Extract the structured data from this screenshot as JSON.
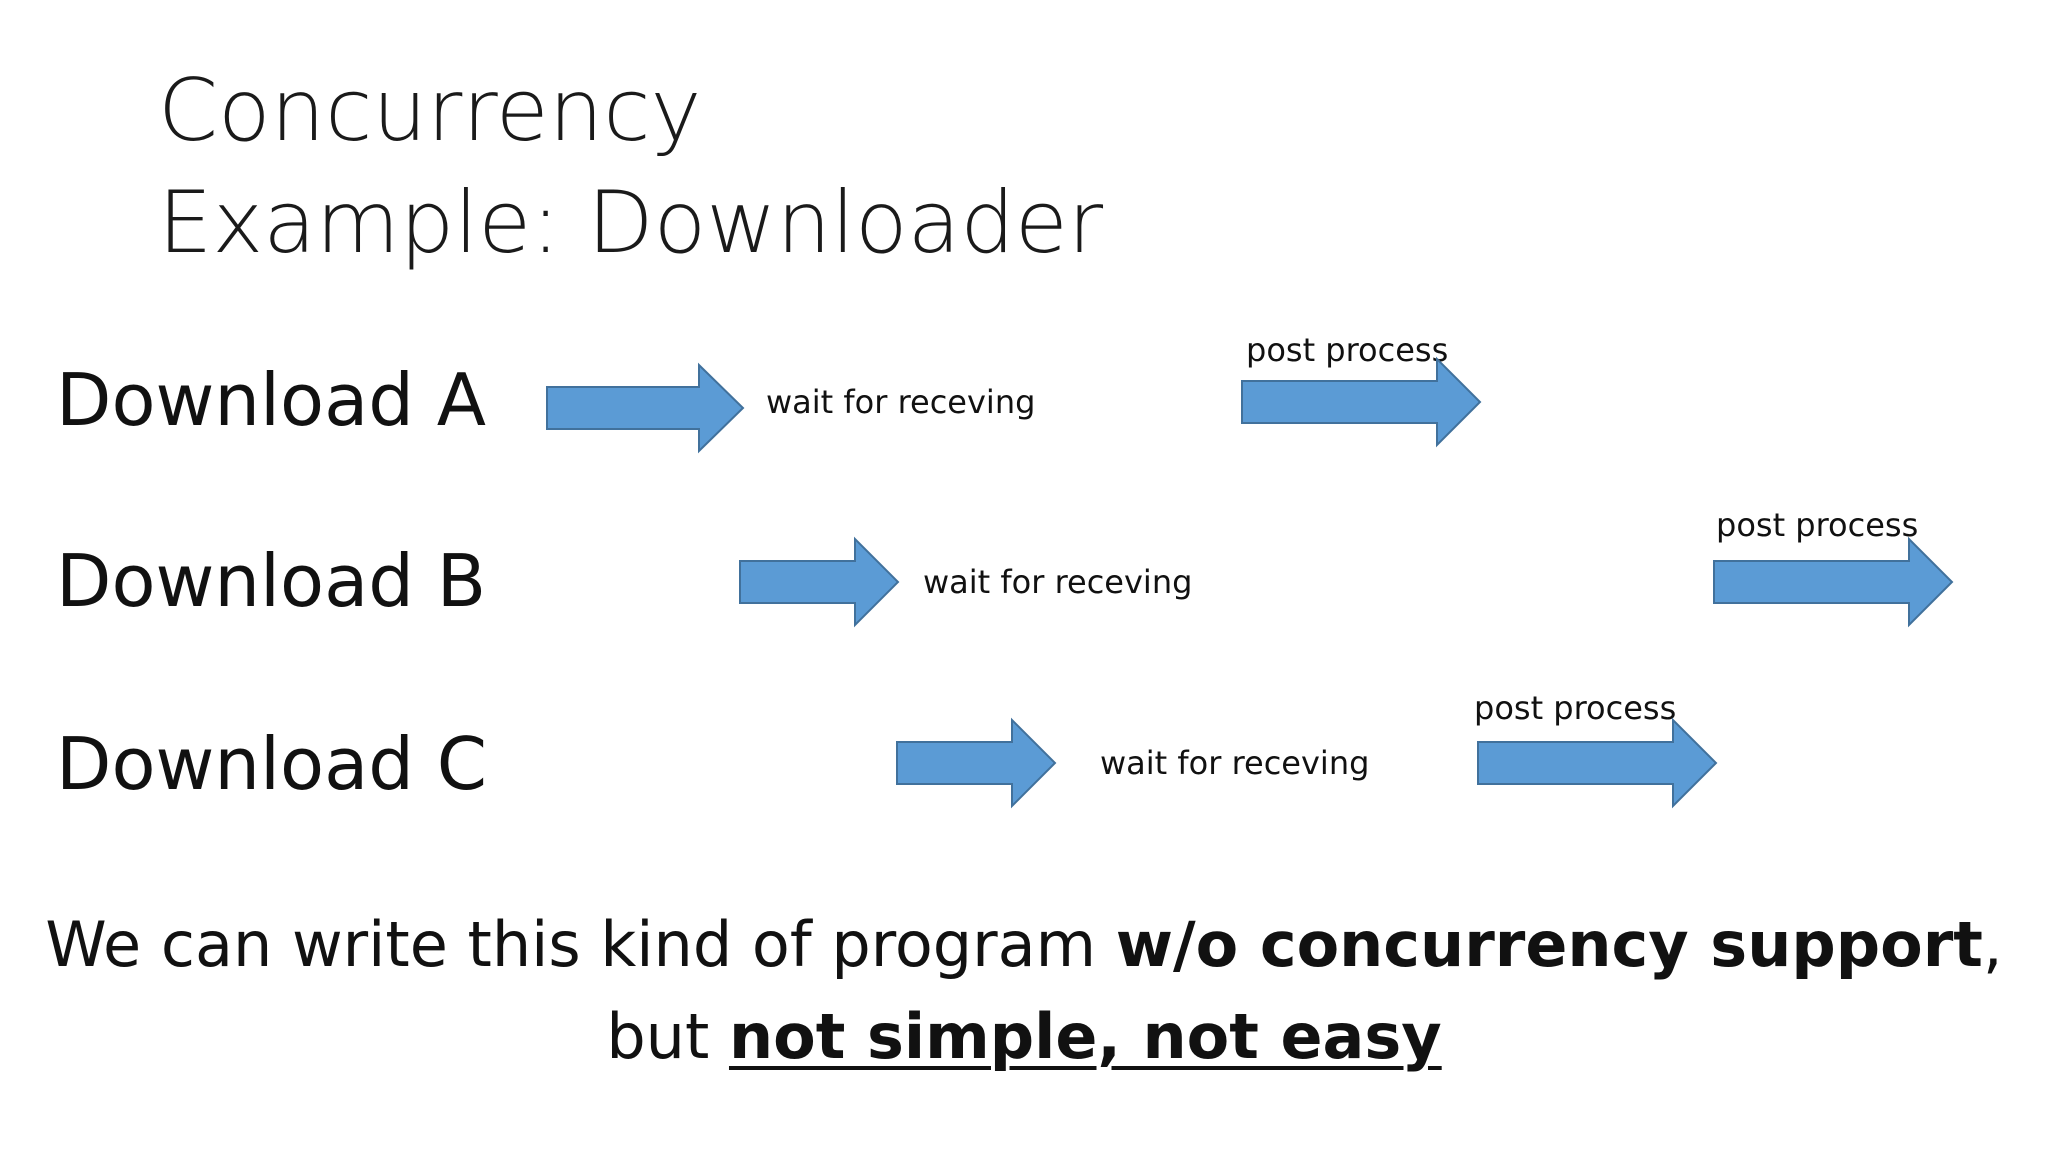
{
  "slide": {
    "title_line1": "Concurrency",
    "title_line2": "Example: Downloader",
    "rows": [
      {
        "label": "Download A",
        "wait": "wait for receving",
        "post": "post process"
      },
      {
        "label": "Download B",
        "wait": "wait for receving",
        "post": "post process"
      },
      {
        "label": "Download C",
        "wait": "wait for receving",
        "post": "post process"
      }
    ],
    "footer": {
      "line1_plain": "We can write this kind of program ",
      "line1_bold": "w/o concurrency support",
      "line1_end": ",",
      "line2_plain": "but ",
      "line2_bold_underline": "not simple, not easy"
    },
    "colors": {
      "arrow_fill": "#5b9bd5",
      "arrow_stroke": "#41719c"
    }
  }
}
